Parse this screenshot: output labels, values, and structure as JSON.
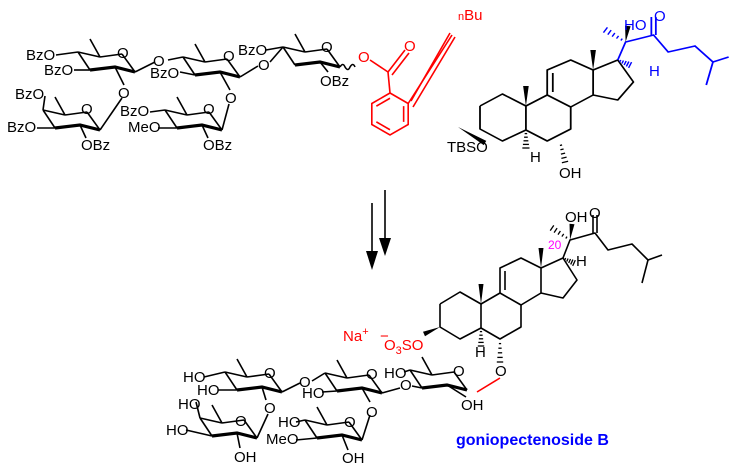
{
  "colors": {
    "reagent": "#ff0000",
    "side_chain": "#0000ff",
    "locant": "#ff00ff",
    "default": "#000000"
  },
  "top_sugars": {
    "s1_bzo_a": "BzO",
    "s1_bzo_b": "BzO",
    "s1_ring_o": "O",
    "link12_o": "O",
    "s2_ring_o": "O",
    "s2_bzo": "BzO",
    "s3_bzo": "BzO",
    "link23_o": "O",
    "s3_ring_o": "O",
    "s3_obz": "OBz",
    "link14_o": "O",
    "s4_bzo_a": "BzO",
    "s4_bzo_b": "BzO",
    "s4_ring_o": "O",
    "s4_obz": "OBz",
    "link25_o": "O",
    "s5_bzo": "BzO",
    "s5_meo": "MeO",
    "s5_ring_o": "O",
    "s5_obz": "OBz"
  },
  "donor_ester": {
    "ester_o": "O",
    "carbonyl_o": "O",
    "alkyne_sub": "Bu",
    "alkyne_prefix": "n"
  },
  "top_steroid": {
    "oh_20": "HO",
    "ketone_o": "O",
    "h_17": "H",
    "tbso": "TBSO",
    "h_5": "H",
    "oh_6": "OH"
  },
  "bottom_steroid": {
    "oh_20": "OH",
    "ketone_o": "O",
    "locant_20": "20",
    "h_17": "H",
    "h_5": "H",
    "o_6": "O",
    "na": "Na",
    "na_charge": "+",
    "sulfate_charge": "−",
    "sulfate_o": "O",
    "sulfate_sub": "3",
    "sulfate_so": "SO"
  },
  "bottom_sugars": {
    "s1_ho_a": "HO",
    "s1_ho_b": "HO",
    "s1_ring_o": "O",
    "link12_o": "O",
    "s2_ring_o": "O",
    "s2_ho": "HO",
    "link23_o": "O",
    "s3_ho": "HO",
    "s3_ring_o": "O",
    "s3_oh": "OH",
    "link14_o": "O",
    "s4_ho_a": "HO",
    "s4_ho_b": "HO",
    "s4_ring_o": "O",
    "s4_oh": "OH",
    "link25_o": "O",
    "s5_ho": "HO",
    "s5_meo": "MeO",
    "s5_ring_o": "O",
    "s5_oh": "OH"
  },
  "product_name": "goniopectenoside B"
}
